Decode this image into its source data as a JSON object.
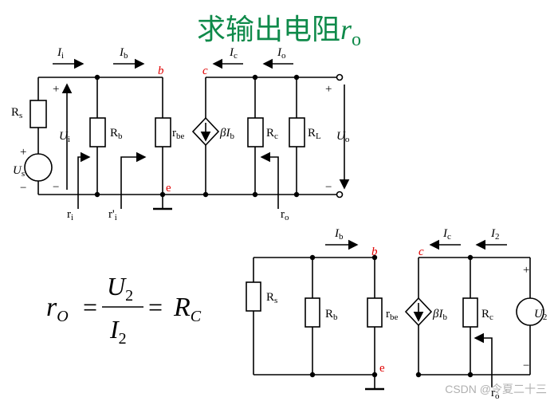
{
  "title": {
    "prefix": "求输出电阻",
    "var": "r",
    "sub": "o"
  },
  "circuit1": {
    "current_labels": {
      "Ii": "I",
      "Ii_sub": "i",
      "Ib": "I",
      "Ib_sub": "b",
      "Ic": "I",
      "Ic_sub": "c",
      "Io": "I",
      "Io_sub": "o"
    },
    "nodes": {
      "b": "b",
      "c": "c",
      "e": "e"
    },
    "components": {
      "Rs": "R",
      "Rs_sub": "s",
      "Rb": "R",
      "Rb_sub": "b",
      "rbe": "r",
      "rbe_sub": "be",
      "dep_source": "βI",
      "dep_source_sub": "b",
      "Rc": "R",
      "Rc_sub": "c",
      "RL": "R",
      "RL_sub": "L"
    },
    "voltages": {
      "Ui": "U",
      "Ui_sub": "i",
      "Us": "U",
      "Us_sub": "s",
      "Uo": "U",
      "Uo_sub": "o"
    },
    "signs": {
      "plus": "+",
      "minus": "−"
    },
    "resistances": {
      "ri": "r",
      "ri_sub": "i",
      "rpi": "r'",
      "rpi_sub": "i",
      "ro": "r",
      "ro_sub": "o"
    }
  },
  "formula": {
    "lhs": "r",
    "lhs_sub": "O",
    "eq": "=",
    "num": "U",
    "num_sub": "2",
    "den": "I",
    "den_sub": "2",
    "rhs": "R",
    "rhs_sub": "C"
  },
  "circuit2": {
    "current_labels": {
      "Ib": "I",
      "Ib_sub": "b",
      "Ic": "I",
      "Ic_sub": "c",
      "I2": "I",
      "I2_sub": "2"
    },
    "nodes": {
      "b": "b",
      "c": "c",
      "e": "e"
    },
    "components": {
      "Rs": "R",
      "Rs_sub": "s",
      "Rb": "R",
      "Rb_sub": "b",
      "rbe": "r",
      "rbe_sub": "be",
      "dep_source": "βI",
      "dep_source_sub": "b",
      "Rc": "R",
      "Rc_sub": "c",
      "U2": "U",
      "U2_sub": "2"
    },
    "signs": {
      "plus": "+",
      "minus": "−"
    },
    "resistances": {
      "ro": "r",
      "ro_sub": "o"
    }
  },
  "watermark": "CSDN @令夏二十三",
  "colors": {
    "title": "#0f8a4a",
    "node_labels": "#e00000",
    "wire": "#000000"
  }
}
